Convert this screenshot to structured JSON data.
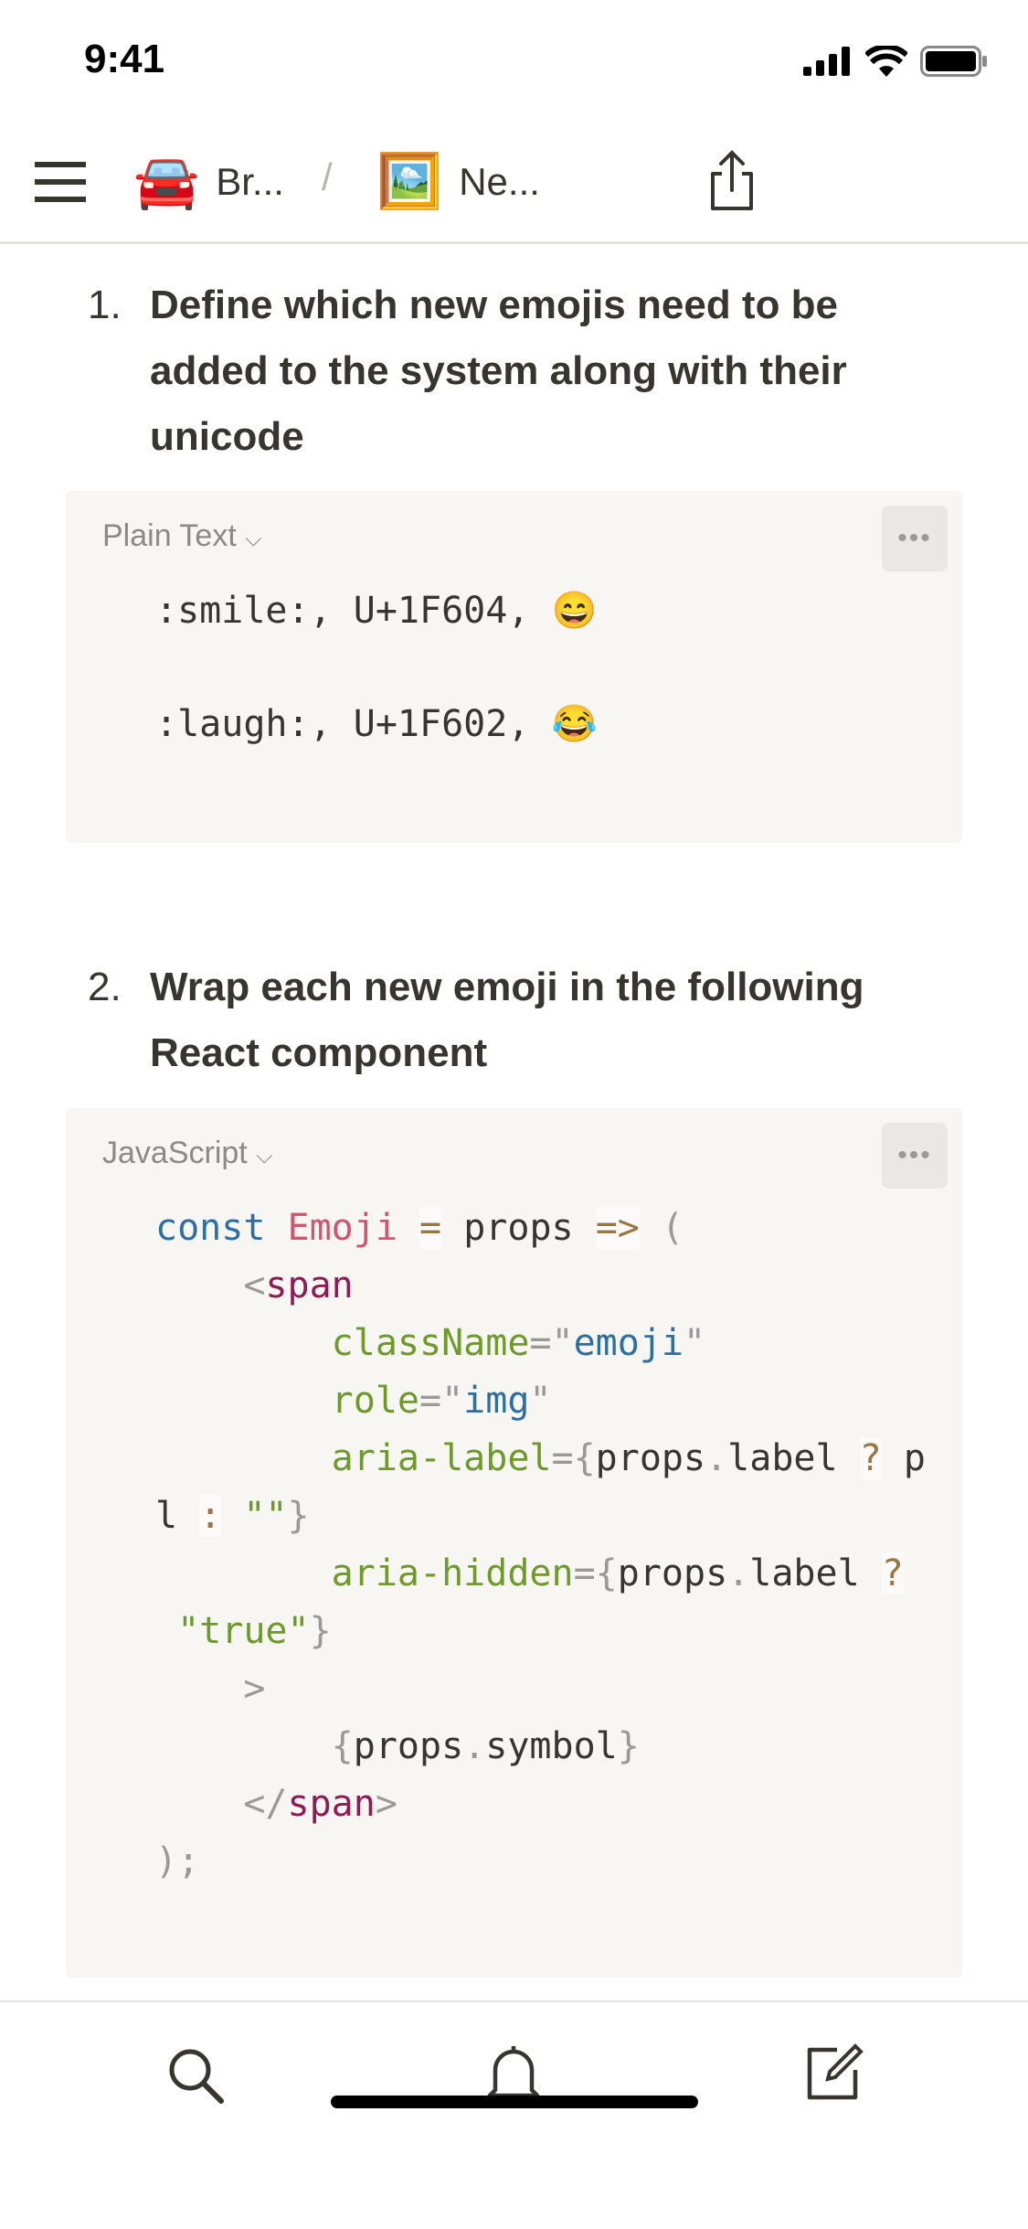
{
  "status_bar": {
    "time": "9:41"
  },
  "nav": {
    "breadcrumbs": [
      {
        "emoji": "🚘",
        "label": "Br..."
      },
      {
        "emoji": "🖼️",
        "label": "Ne..."
      }
    ],
    "separator": "/"
  },
  "content": {
    "items": [
      {
        "number": "1.",
        "text": "Define which new emojis need to be added to the system along with their unicode"
      },
      {
        "number": "2.",
        "text": "Wrap each new emoji in the following React component"
      }
    ],
    "code_blocks": [
      {
        "language": "Plain Text",
        "more": "•••",
        "lines": [
          [
            [
              ":smile:, U+1F604, ",
              "tx"
            ],
            [
              "😄",
              "tx"
            ]
          ],
          [
            [
              "",
              "tx"
            ]
          ],
          [
            [
              ":laugh:, U+1F602, ",
              "tx"
            ],
            [
              "😂",
              "tx"
            ]
          ]
        ]
      },
      {
        "language": "JavaScript",
        "more": "•••",
        "lines": [
          [
            [
              "const",
              "kw"
            ],
            [
              " ",
              "tx"
            ],
            [
              "Emoji",
              "fn"
            ],
            [
              " ",
              "tx"
            ],
            [
              "=",
              "op"
            ],
            [
              " props ",
              "tx"
            ],
            [
              "=>",
              "op"
            ],
            [
              " (",
              "pn"
            ]
          ],
          [
            [
              "    <",
              "pn"
            ],
            [
              "span",
              "tag"
            ]
          ],
          [
            [
              "        className",
              "attr"
            ],
            [
              "=\"",
              "pn"
            ],
            [
              "emoji",
              "str"
            ],
            [
              "\"",
              "pn"
            ]
          ],
          [
            [
              "        role",
              "attr"
            ],
            [
              "=\"",
              "pn"
            ],
            [
              "img",
              "str"
            ],
            [
              "\"",
              "pn"
            ]
          ],
          [
            [
              "        aria-label",
              "attr"
            ],
            [
              "={",
              "pn"
            ],
            [
              "props",
              "tx"
            ],
            [
              ".",
              "pn"
            ],
            [
              "label ",
              "tx"
            ],
            [
              "?",
              "op"
            ],
            [
              " p",
              "tx"
            ]
          ],
          [
            [
              "l ",
              "tx"
            ],
            [
              ":",
              "op"
            ],
            [
              " \"\"",
              "grn"
            ],
            [
              "}",
              "pn"
            ]
          ],
          [
            [
              "        aria-hidden",
              "attr"
            ],
            [
              "={",
              "pn"
            ],
            [
              "props",
              "tx"
            ],
            [
              ".",
              "pn"
            ],
            [
              "label ",
              "tx"
            ],
            [
              "?",
              "op"
            ]
          ],
          [
            [
              " \"true\"",
              "grn"
            ],
            [
              "}",
              "pn"
            ]
          ],
          [
            [
              "    >",
              "pn"
            ]
          ],
          [
            [
              "        {",
              "pn"
            ],
            [
              "props",
              "tx"
            ],
            [
              ".",
              "pn"
            ],
            [
              "symbol",
              "tx"
            ],
            [
              "}",
              "pn"
            ]
          ],
          [
            [
              "    </",
              "pn"
            ],
            [
              "span",
              "tag"
            ],
            [
              ">",
              "pn"
            ]
          ],
          [
            [
              ");",
              "pn"
            ]
          ]
        ]
      }
    ]
  }
}
